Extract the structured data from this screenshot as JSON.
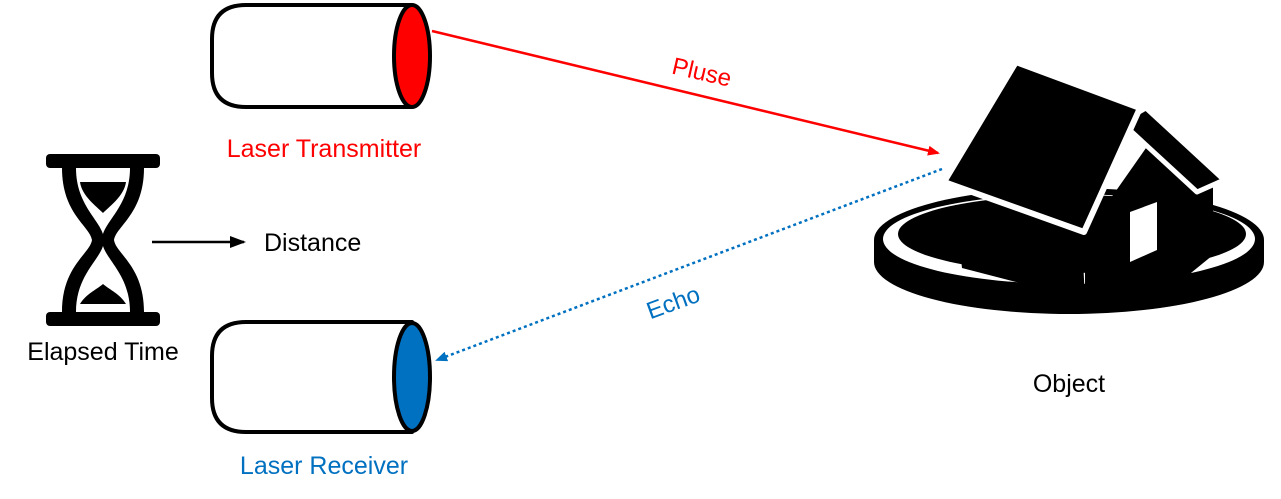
{
  "labels": {
    "transmitter": "Laser Transmitter",
    "receiver": "Laser Receiver",
    "pulse": "Pluse",
    "echo": "Echo",
    "distance": "Distance",
    "elapsed_time": "Elapsed Time",
    "object": "Object"
  },
  "colors": {
    "pulse": "#ff0000",
    "echo": "#0070c0",
    "ink": "#000000",
    "background": "#ffffff"
  },
  "icons": {
    "transmitter": "laser-transmitter-icon",
    "receiver": "laser-receiver-icon",
    "timer": "hourglass-icon",
    "object": "house-icon"
  }
}
